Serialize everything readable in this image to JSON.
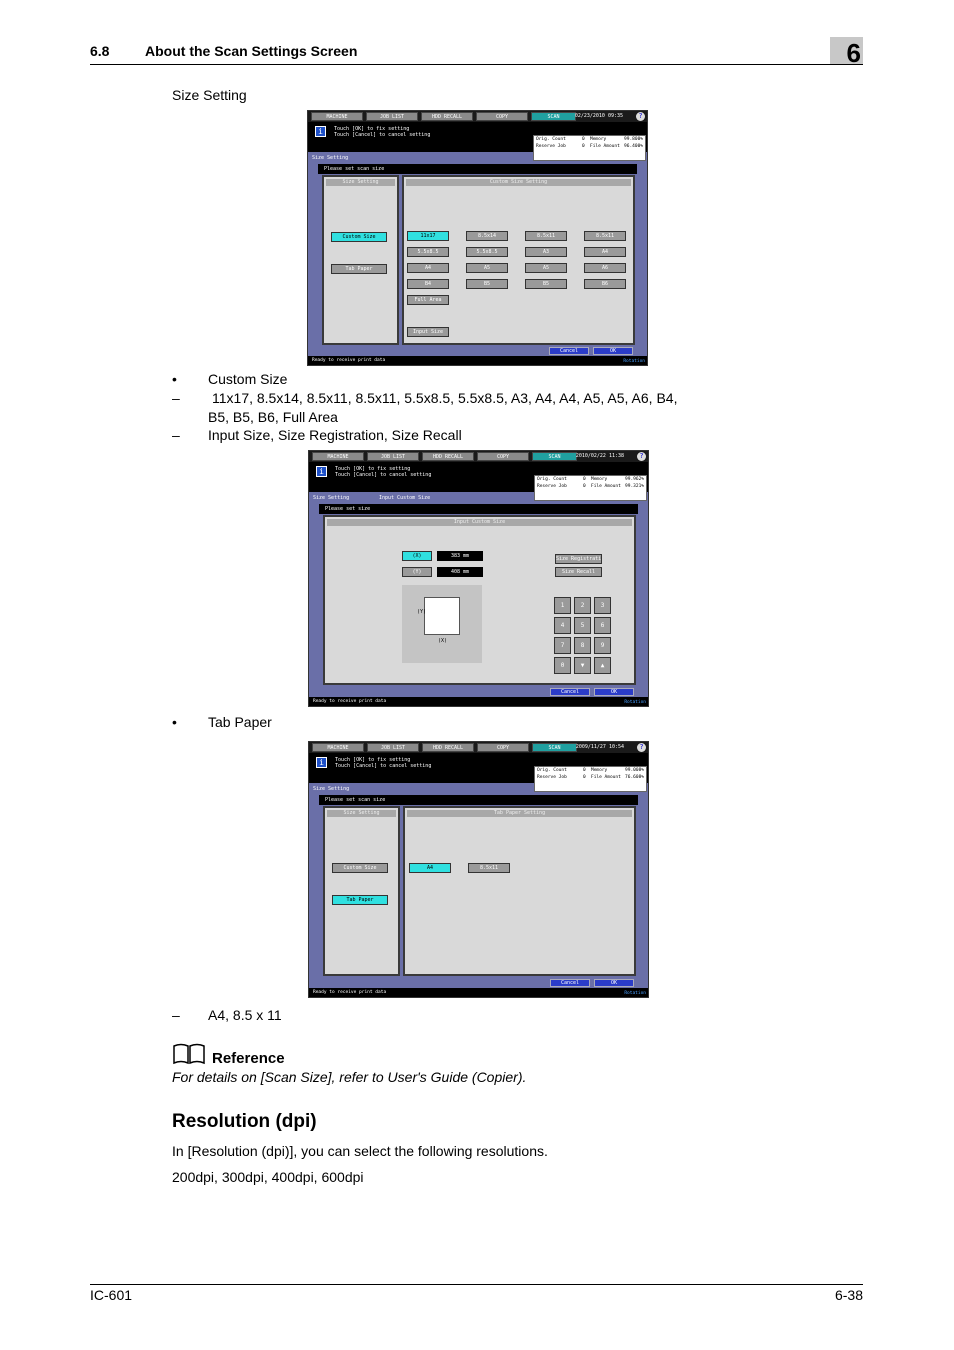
{
  "header": {
    "section_number": "6.8",
    "section_title": "About the Scan Settings Screen",
    "chapter": "6"
  },
  "caption_size_setting": "Size Setting",
  "list": {
    "custom_size": "Custom Size",
    "sizes_line1": "11x17, 8.5x14, 8.5x11, 8.5x11, 5.5x8.5, 5.5x8.5,  A3, A4, A4, A5, A5, A6, B4,",
    "sizes_line2": "B5, B5, B6, Full Area",
    "input_size": "Input Size, Size Registration, Size Recall",
    "tab_paper": "Tab Paper",
    "tab_sizes": "A4, 8.5 x 11"
  },
  "reference": {
    "title": "Reference",
    "text": "For details on [Scan Size], refer to User's Guide (Copier)."
  },
  "resolution": {
    "heading": "Resolution (dpi)",
    "intro": "In [Resolution (dpi)], you can select the following resolutions.",
    "values": "200dpi, 300dpi, 400dpi, 600dpi"
  },
  "footer": {
    "left": "IC-601",
    "right": "6-38"
  },
  "screen": {
    "tabs": [
      "MACHINE",
      "JOB LIST",
      "HDD RECALL",
      "COPY",
      "SCAN"
    ],
    "info_line1": "Touch [OK] to fix setting",
    "info_line2": "Touch [Cancel] to cancel setting",
    "counters": {
      "orig": "Orig. Count",
      "orig_v": "0",
      "reserve": "Reserve Job",
      "reserve_v": "0",
      "memory": "Memory",
      "file": "File Amount"
    },
    "ready": "Ready to receive print data",
    "rotation": "Rotation",
    "cancel": "Cancel",
    "ok": "OK",
    "size_setting": "Size Setting",
    "prompt_scan": "Please set scan size",
    "prompt_size": "Please set size",
    "custom_size_btn": "Custom Size",
    "tab_paper_btn": "Tab Paper",
    "custom_size_setting": "Custom Size Setting",
    "tab_paper_setting": "Tab Paper Setting",
    "input_custom_size": "Input Custom Size",
    "size_buttons": [
      "11x17",
      "8.5x14",
      "8.5x11",
      "8.5x11",
      "5.5x8.5",
      "5.5x8.5",
      "A3",
      "A4",
      "A4",
      "A5",
      "A5",
      "A6",
      "B4",
      "B5",
      "B5",
      "B6",
      "Full Area"
    ],
    "input_size_btn": "Input Size",
    "size_registration": "Size Registration",
    "size_recall": "Size Recall",
    "x_val": "383",
    "y_val": "408",
    "unit": "mm",
    "tab_sizes": [
      "A4",
      "8.5x11"
    ],
    "times": [
      "02/23/2010 09:35",
      "2010/02/22 11:38",
      "2009/11/27 10:54"
    ],
    "memory_vals": [
      "99.800%",
      "99.962%",
      "99.008%"
    ],
    "file_vals": [
      "96.400%",
      "99.321%",
      "76.608%"
    ]
  }
}
